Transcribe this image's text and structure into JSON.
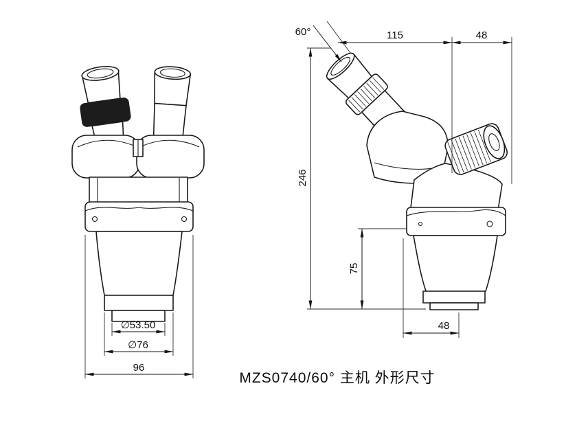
{
  "title": "MZS0740/60° 主机 外形尺寸",
  "dimensions": {
    "angle": "60°",
    "top_width": "115",
    "top_right_width": "48",
    "total_height": "246",
    "lower_height": "75",
    "bottom_offset": "48",
    "lens_diameter": "∅53.50",
    "body_diameter": "∅76",
    "base_width": "96"
  },
  "colors": {
    "line": "#1a1a1a",
    "background": "#ffffff"
  }
}
